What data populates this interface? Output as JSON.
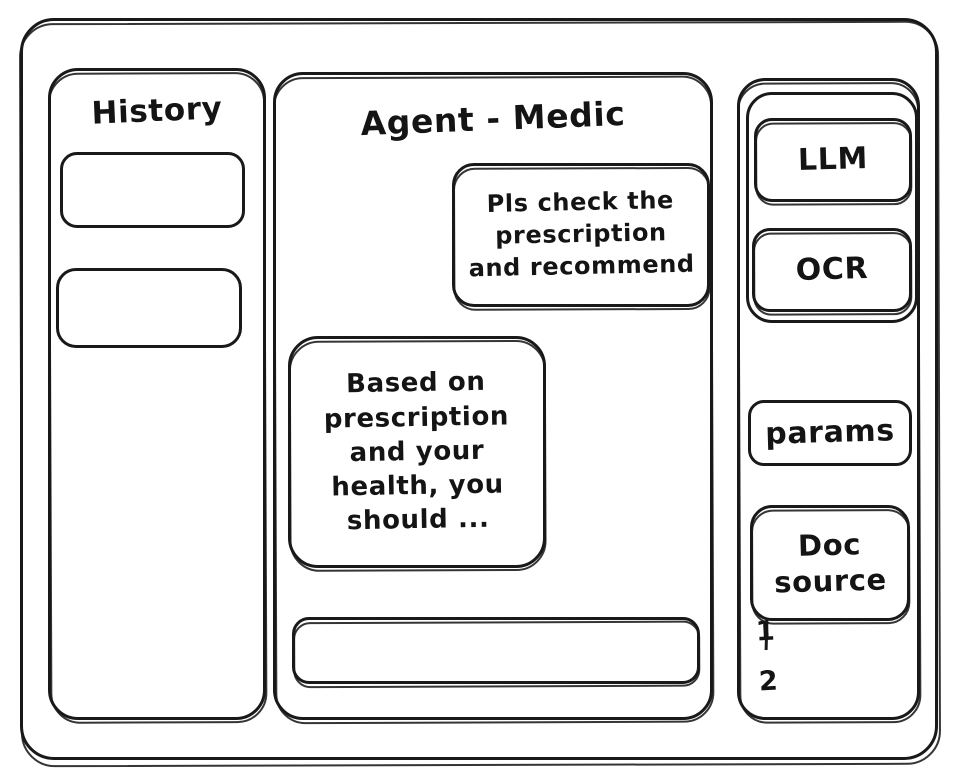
{
  "diagram": {
    "type": "wireframe-sketch",
    "style": "hand-drawn",
    "title": "Agent - Medic chat application wireframe",
    "stroke_color": "#191919",
    "background_color": "#ffffff"
  },
  "window": {
    "frame_label": "app-window"
  },
  "sidebar": {
    "title": "History",
    "items": [
      {
        "label": "",
        "name": "history-item-1"
      },
      {
        "label": "",
        "name": "history-item-2"
      }
    ]
  },
  "main": {
    "title": "Agent - Medic",
    "messages": [
      {
        "role": "user",
        "text": "Pls check the\nprescription\nand recommend"
      },
      {
        "role": "agent",
        "text": "Based on\nprescription\nand your\nhealth, you\nshould ..."
      }
    ],
    "composer": {
      "value": "",
      "placeholder": ""
    }
  },
  "tools": {
    "model_group": {
      "buttons": [
        {
          "label": "LLM"
        },
        {
          "label": "OCR"
        }
      ]
    },
    "params_button": {
      "label": "params"
    },
    "doc_source": {
      "label": "Doc\nsource",
      "items": [
        {
          "label": "1"
        },
        {
          "label": "2"
        }
      ]
    }
  }
}
